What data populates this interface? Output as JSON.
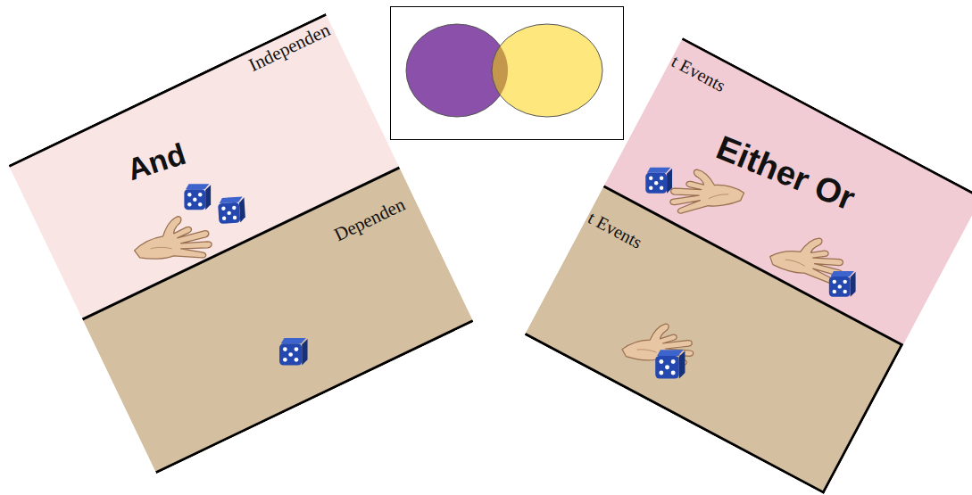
{
  "diagram": {
    "nodes": [
      {
        "text": [
          "Independen",
          "And"
        ]
      },
      {
        "text": [
          "Dependen"
        ]
      },
      {
        "text": [
          "t Events",
          "Either Or"
        ]
      },
      {
        "text": [
          "t Events"
        ]
      }
    ]
  }
}
